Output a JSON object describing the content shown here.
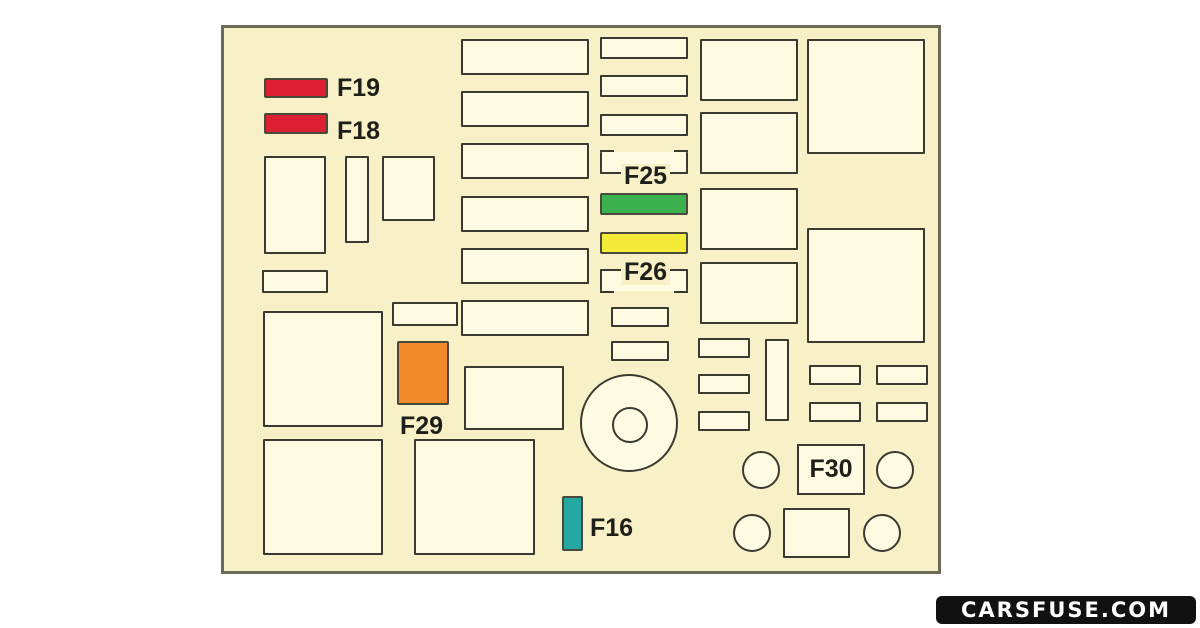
{
  "colors": {
    "board": "#f8f1c8",
    "slot": "#fffbe3",
    "fuse_red": "#dc1f32",
    "fuse_green": "#3bb04f",
    "fuse_yellow": "#f4ea3a",
    "fuse_orange": "#f08a2c",
    "fuse_teal": "#25a7a3"
  },
  "fuses": {
    "f19": "F19",
    "f18": "F18",
    "f25": "F25",
    "f26": "F26",
    "f29": "F29",
    "f16": "F16",
    "f30": "F30"
  },
  "watermark": "CARSFUSE.COM"
}
